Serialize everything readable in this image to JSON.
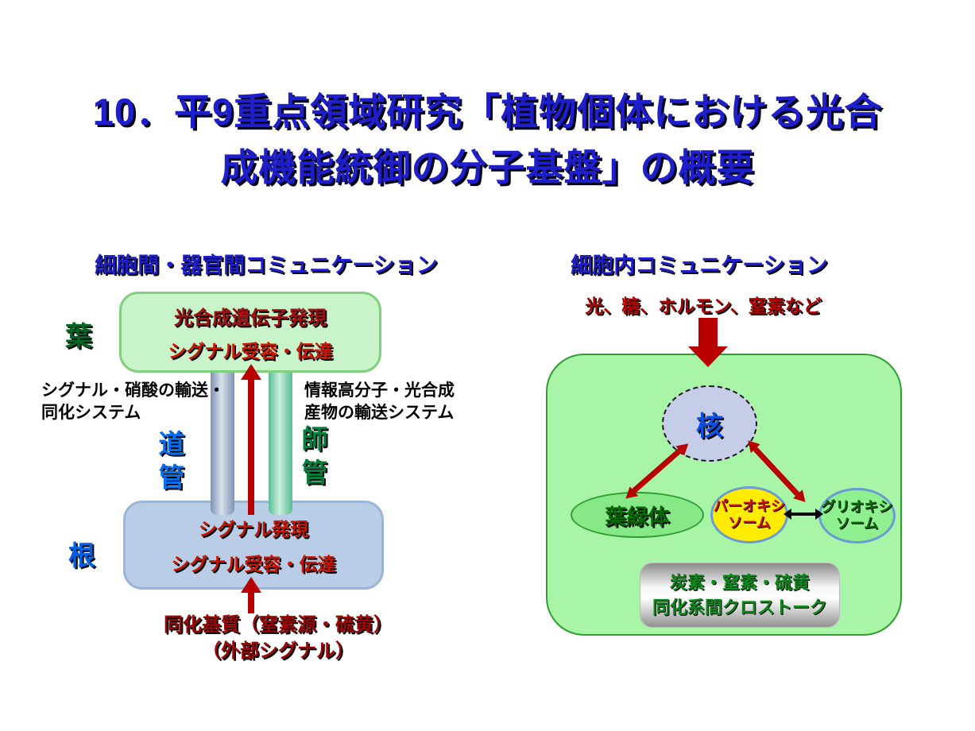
{
  "title": {
    "line1": "10．平9重点領域研究「植物個体における光合",
    "line2": "成機能統御の分子基盤」の概要"
  },
  "left_diagram": {
    "header": "細胞間・器官間コミュニケーション",
    "leaf_label": "葉",
    "root_label": "根",
    "xylem_label": "道管",
    "phloem_label": "師管",
    "leaf_box": {
      "line1": "光合成遺伝子発現",
      "line2": "シグナル受容・伝達"
    },
    "root_box": {
      "line1": "シグナル発現",
      "line2": "シグナル受容・伝達"
    },
    "left_note": {
      "line1": "シグナル・硝酸の輸送・",
      "line2": "同化システム"
    },
    "right_note": {
      "line1": "情報高分子・光合成",
      "line2": "産物の輸送システム"
    },
    "bottom_caption": {
      "line1": "同化基質（窒素源・硫黄）",
      "line2": "（外部シグナル）"
    }
  },
  "right_diagram": {
    "header": "細胞内コミュニケーション",
    "stimuli_caption": "光、糖、ホルモン、窒素など",
    "nucleus_label": "核",
    "chloroplast_label": "葉緑体",
    "peroxisome_label": {
      "line1": "パーオキシ",
      "line2": "ソーム"
    },
    "glyoxysome_label": {
      "line1": "グリオキシ",
      "line2": "ソーム"
    },
    "crosstalk_box": {
      "line1": "炭素・窒素・硫黄",
      "line2": "同化系間クロストーク"
    }
  },
  "colors": {
    "title_blue": "#1e1ecb",
    "dark_red_text": "#a01010",
    "bright_red_text": "#d01800",
    "arrow_red": "#b80000",
    "leaf_box_fill": "#c9f4c9",
    "leaf_box_border": "#7fcf7f",
    "root_box_fill": "#b9cde6",
    "cell_fill": "#a8f5a8",
    "cell_border": "#2f9e2f",
    "nucleus_fill": "#c5cde9",
    "nucleus_text_blue": "#0b50e0",
    "xylem_label_blue": "#0070ee",
    "phloem_label_green": "#00803c",
    "leaf_label_green": "#006622",
    "root_label_blue": "#0061e6",
    "chloroplast_fill": "#86e886",
    "peroxisome_fill": "#ffec00",
    "glyoxysome_fill": "#8ff08f",
    "organelle_border_blue": "#6b9bd2",
    "crosstalk_text_green": "#0a8a1a"
  }
}
